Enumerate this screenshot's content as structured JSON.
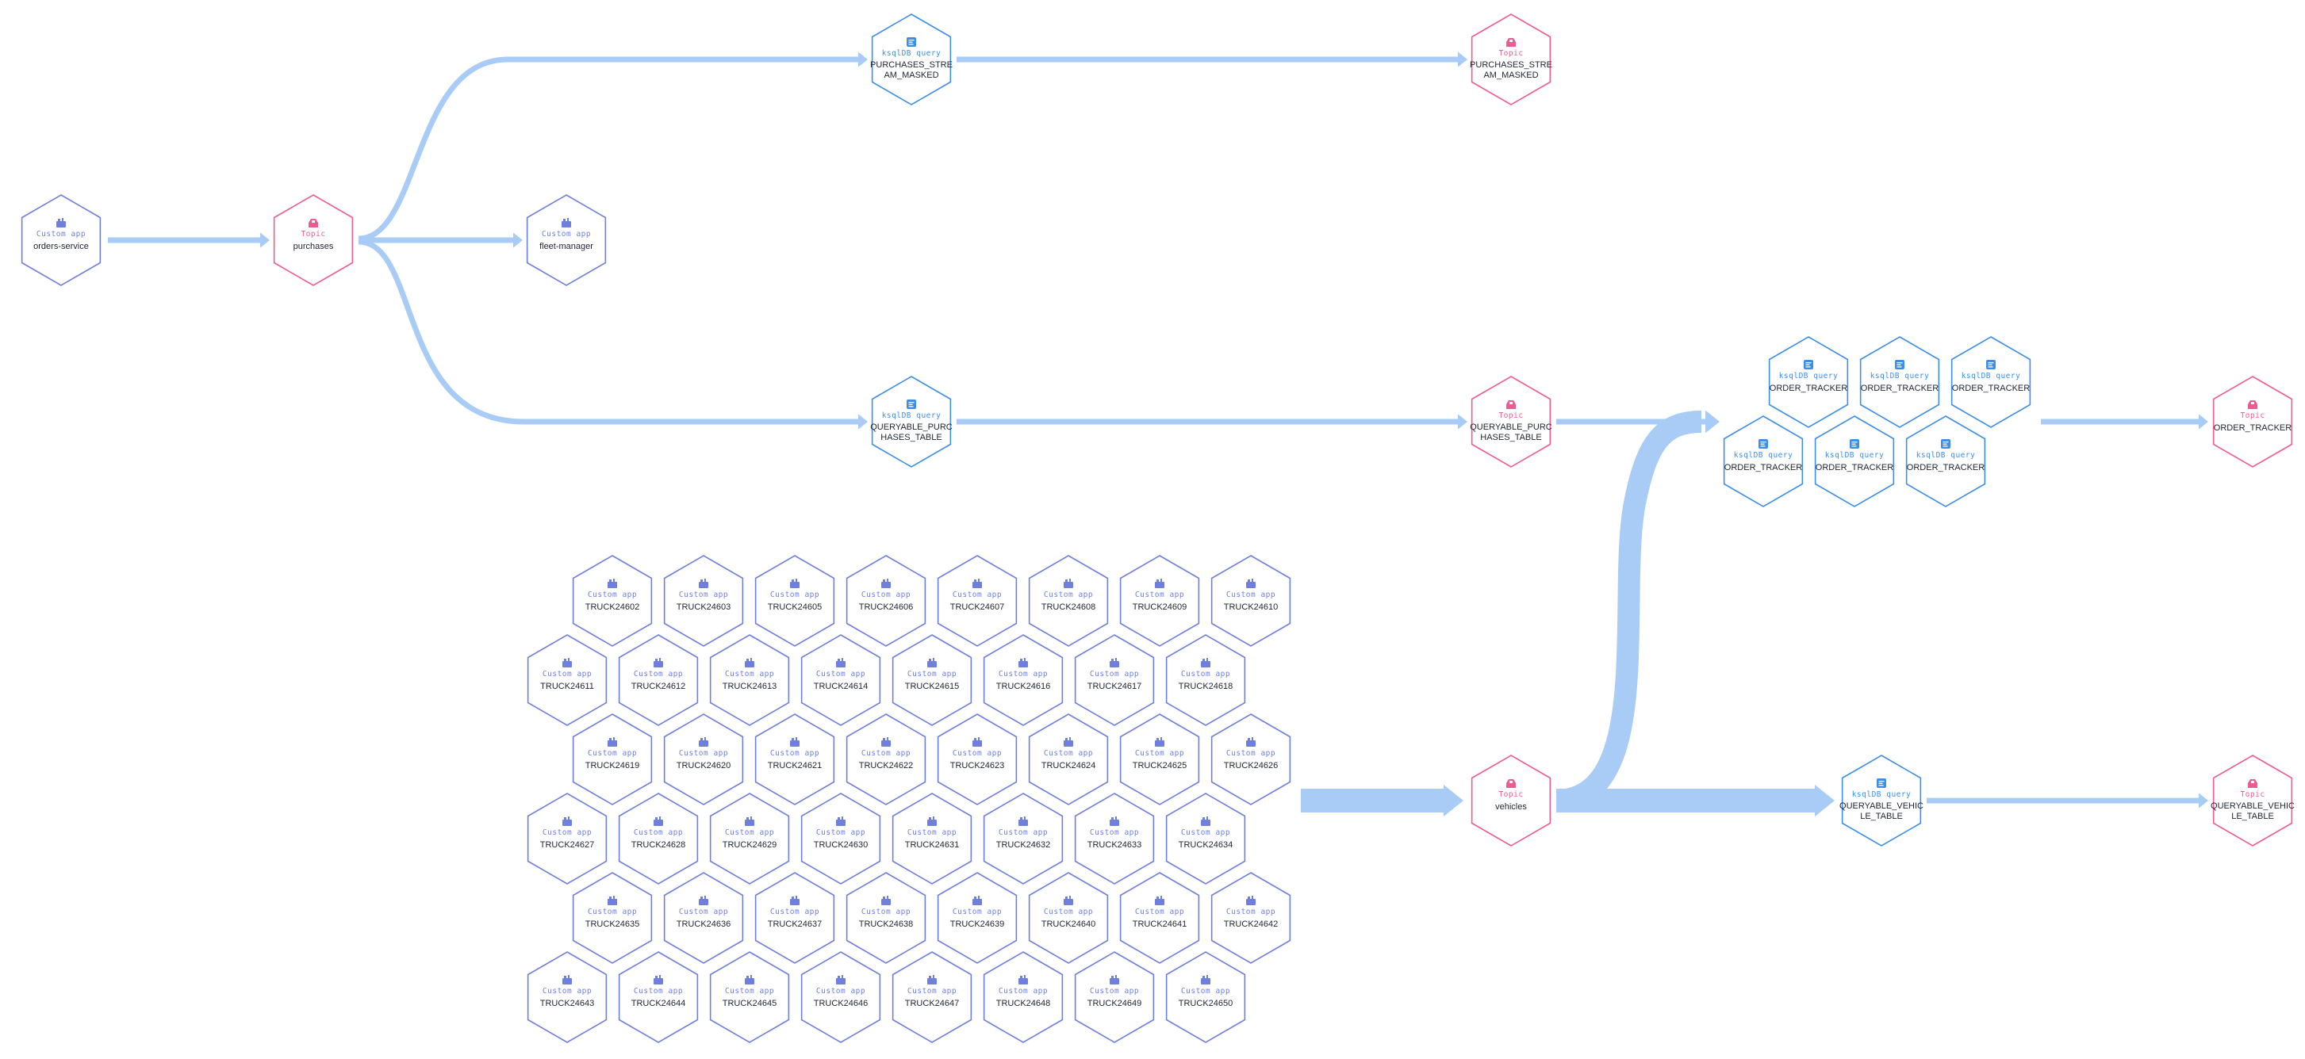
{
  "colors": {
    "app": "#6f7fdc",
    "topic": "#ec5b92",
    "query": "#3d8ee6",
    "edge": "#a8ccf5",
    "edge_strong": "#8fbdf2"
  },
  "node_types": {
    "app": "Custom app",
    "topic": "Topic",
    "query": "ksqlDB query"
  },
  "icons": {
    "app": "app-icon",
    "topic": "topic-icon",
    "query": "query-icon"
  },
  "nodes": {
    "orders_service": {
      "type": "app",
      "lines": [
        "orders-service"
      ]
    },
    "purchases": {
      "type": "topic",
      "lines": [
        "purchases"
      ]
    },
    "fleet_manager": {
      "type": "app",
      "lines": [
        "fleet-manager"
      ]
    },
    "q_purchases_masked": {
      "type": "query",
      "lines": [
        "PURCHASES_STRE",
        "AM_MASKED"
      ]
    },
    "t_purchases_masked": {
      "type": "topic",
      "lines": [
        "PURCHASES_STRE",
        "AM_MASKED"
      ]
    },
    "q_queryable_purchases": {
      "type": "query",
      "lines": [
        "QUERYABLE_PURC",
        "HASES_TABLE"
      ]
    },
    "t_queryable_purchases": {
      "type": "topic",
      "lines": [
        "QUERYABLE_PURC",
        "HASES_TABLE"
      ]
    },
    "order_tracker_queries": {
      "type": "query",
      "lines": [
        "ORDER_TRACKER"
      ]
    },
    "t_order_tracker": {
      "type": "topic",
      "lines": [
        "ORDER_TRACKER"
      ]
    },
    "vehicles": {
      "type": "topic",
      "lines": [
        "vehicles"
      ]
    },
    "q_queryable_vehicle": {
      "type": "query",
      "lines": [
        "QUERYABLE_VEHIC",
        "LE_TABLE"
      ]
    },
    "t_queryable_vehicle": {
      "type": "topic",
      "lines": [
        "QUERYABLE_VEHIC",
        "LE_TABLE"
      ]
    }
  },
  "truck_rows": [
    [
      "TRUCK24602",
      "TRUCK24603",
      "TRUCK24605",
      "TRUCK24606",
      "TRUCK24607",
      "TRUCK24608",
      "TRUCK24609",
      "TRUCK24610"
    ],
    [
      "TRUCK24611",
      "TRUCK24612",
      "TRUCK24613",
      "TRUCK24614",
      "TRUCK24615",
      "TRUCK24616",
      "TRUCK24617",
      "TRUCK24618"
    ],
    [
      "TRUCK24619",
      "TRUCK24620",
      "TRUCK24621",
      "TRUCK24622",
      "TRUCK24623",
      "TRUCK24624",
      "TRUCK24625",
      "TRUCK24626"
    ],
    [
      "TRUCK24627",
      "TRUCK24628",
      "TRUCK24629",
      "TRUCK24630",
      "TRUCK24631",
      "TRUCK24632",
      "TRUCK24633",
      "TRUCK24634"
    ],
    [
      "TRUCK24635",
      "TRUCK24636",
      "TRUCK24637",
      "TRUCK24638",
      "TRUCK24639",
      "TRUCK24640",
      "TRUCK24641",
      "TRUCK24642"
    ],
    [
      "TRUCK24643",
      "TRUCK24644",
      "TRUCK24645",
      "TRUCK24646",
      "TRUCK24647",
      "TRUCK24648",
      "TRUCK24649",
      "TRUCK24650"
    ]
  ],
  "edges": [
    {
      "from": "orders_service",
      "to": "purchases"
    },
    {
      "from": "purchases",
      "to": "fleet_manager"
    },
    {
      "from": "purchases",
      "to": "q_purchases_masked"
    },
    {
      "from": "purchases",
      "to": "q_queryable_purchases"
    },
    {
      "from": "q_purchases_masked",
      "to": "t_purchases_masked"
    },
    {
      "from": "q_queryable_purchases",
      "to": "t_queryable_purchases"
    },
    {
      "from": "t_queryable_purchases",
      "to": "order_tracker_queries"
    },
    {
      "from": "order_tracker_queries",
      "to": "t_order_tracker"
    },
    {
      "from": "truck_apps",
      "to": "vehicles"
    },
    {
      "from": "vehicles",
      "to": "order_tracker_queries"
    },
    {
      "from": "vehicles",
      "to": "q_queryable_vehicle"
    },
    {
      "from": "q_queryable_vehicle",
      "to": "t_queryable_vehicle"
    }
  ]
}
